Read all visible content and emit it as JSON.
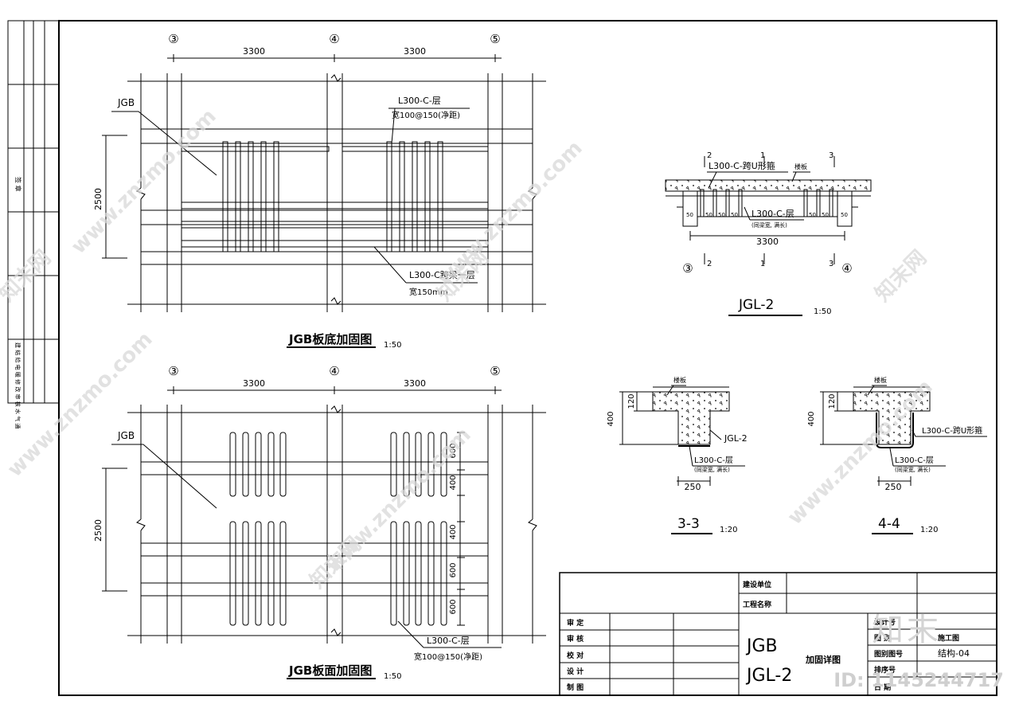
{
  "axes": {
    "a3": "③",
    "a4": "④",
    "a5": "⑤"
  },
  "dims": {
    "span": "3300",
    "width": "2500",
    "d400": "400",
    "d600": "600",
    "d120": "120",
    "d250": "250",
    "d50": "50"
  },
  "plan_bottom": {
    "title": "JGB板底加固图",
    "scale": "1:50",
    "jgb": "JGB",
    "label_top": "L300-C-层",
    "label_top_sub": "宽100@150(净距)",
    "label_bottom": "L300-C跨梁一层",
    "label_bottom_sub": "宽150mm"
  },
  "plan_top": {
    "title": "JGB板面加固图",
    "scale": "1:50",
    "jgb": "JGB",
    "label": "L300-C-层",
    "label_sub": "宽100@150(净距)"
  },
  "jgl2": {
    "title": "JGL-2",
    "scale": "1:50",
    "cut1": "1",
    "cut2": "2",
    "cut3": "3",
    "label_top": "L300-C-跨U形箍",
    "label_slab": "楼板",
    "label_bottom": "L300-C-层",
    "label_bottom_sub": "(同梁宽, 满长)"
  },
  "sec33": {
    "title": "3-3",
    "scale": "1:20",
    "slab": "楼板",
    "jgl": "JGL-2",
    "label": "L300-C-层",
    "label_sub": "(同梁宽, 满长)"
  },
  "sec44": {
    "title": "4-4",
    "scale": "1:20",
    "slab": "楼板",
    "label_u": "L300-C-跨U形箍",
    "label": "L300-C-层",
    "label_sub": "(同梁宽, 满长)"
  },
  "left_strip": {
    "note1": "签 章",
    "note2": "建 结 给 电 暖 修 改 审 核 水 气 通"
  },
  "title_block": {
    "roles": [
      "审 定",
      "审 核",
      "校 对",
      "设 计",
      "制 图"
    ],
    "build_unit_label": "建设单位",
    "project_label": "工程名称",
    "drawing_name_line1": "JGB",
    "drawing_name_line2": "JGL-2",
    "drawing_name_suffix": "加固详图",
    "design_no_label": "设计号",
    "stage_label": "图 别",
    "stage_value": "施工图",
    "drawing_no_label": "图别图号",
    "drawing_no_value": "结构-04",
    "seq_label": "排序号",
    "date_label": "日 期"
  },
  "watermarks": {
    "site": "www.znzmo.com",
    "brand": "知末网",
    "mark": "知末",
    "id": "ID: 1145244717"
  }
}
